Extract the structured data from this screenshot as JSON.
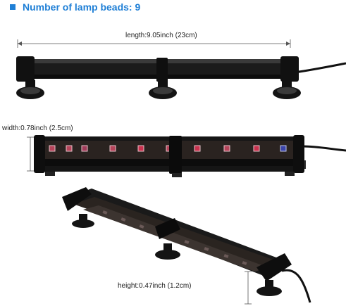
{
  "header": {
    "title": "Number of lamp beads: 9"
  },
  "dimensions": {
    "length": "length:9.05inch (23cm)",
    "width": "width:0.78inch (2.5cm)",
    "height": "height:0.47inch (1.2cm)"
  },
  "lamp_bead_count": 9,
  "colors": {
    "accent": "#1f7fd6",
    "bar": "#1c1c1c",
    "led_red": "#c8324e",
    "led_blue": "#3b44a8"
  }
}
